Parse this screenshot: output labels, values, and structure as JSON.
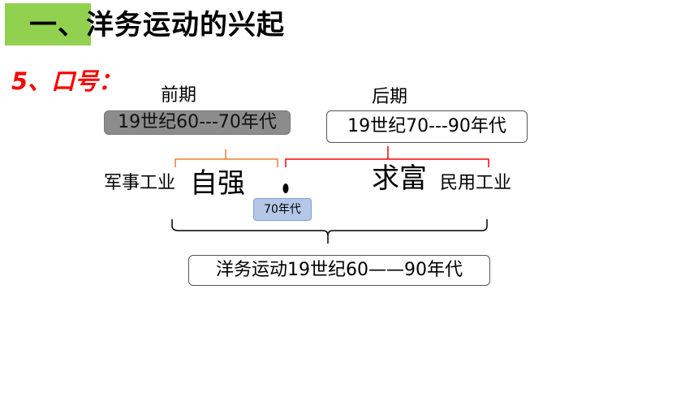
{
  "header": {
    "title": "一、洋务运动的兴起"
  },
  "section": {
    "slogan": "5、口号："
  },
  "timeline": {
    "early_label": "前期",
    "early_period": "19世纪60---70年代",
    "late_label": "后期",
    "late_period": "19世纪70---90年代",
    "left_note": "军事工业",
    "early_slogan": "自强",
    "late_slogan": "求富",
    "right_note": "民用工业",
    "divider_badge": "70年代",
    "total_period": "洋务运动19世纪60——90年代"
  },
  "colors": {
    "title_bg": "#92d050",
    "slogan": "#ff0000",
    "early_bracket": "#ed7d31",
    "late_bracket": "#ff0000",
    "badge_bg": "#b4c7e7"
  }
}
